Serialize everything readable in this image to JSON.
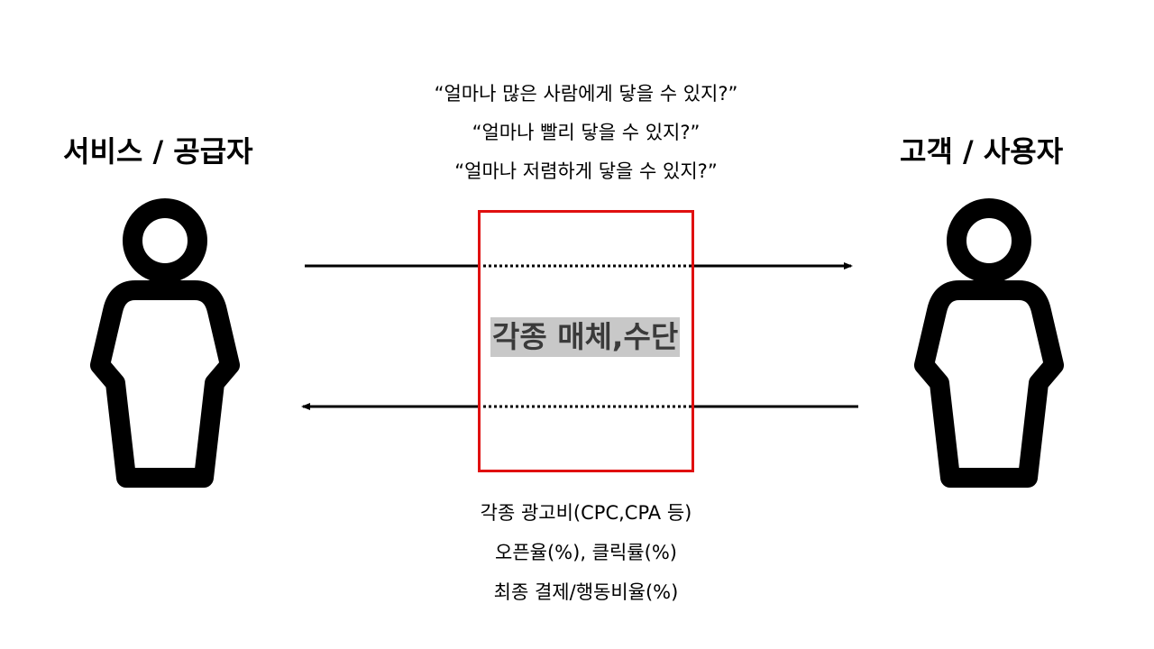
{
  "left": {
    "title": "서비스 / 공급자",
    "icon": "person-icon"
  },
  "right": {
    "title": "고객 / 사용자",
    "icon": "person-icon"
  },
  "questions": [
    "“얼마나 많은 사람에게 닿을 수 있지?”",
    "“얼마나 빨리 닿을 수 있지?”",
    "“얼마나 저렴하게 닿을 수 있지?”"
  ],
  "media": {
    "label": "각종 매체,수단",
    "border_color": "#e01010",
    "label_bg": "#c8c8c8"
  },
  "metrics": [
    "각종 광고비(CPC,CPA 등)",
    "오픈율(%), 클릭률(%)",
    "최종 결제/행동비율(%)"
  ]
}
